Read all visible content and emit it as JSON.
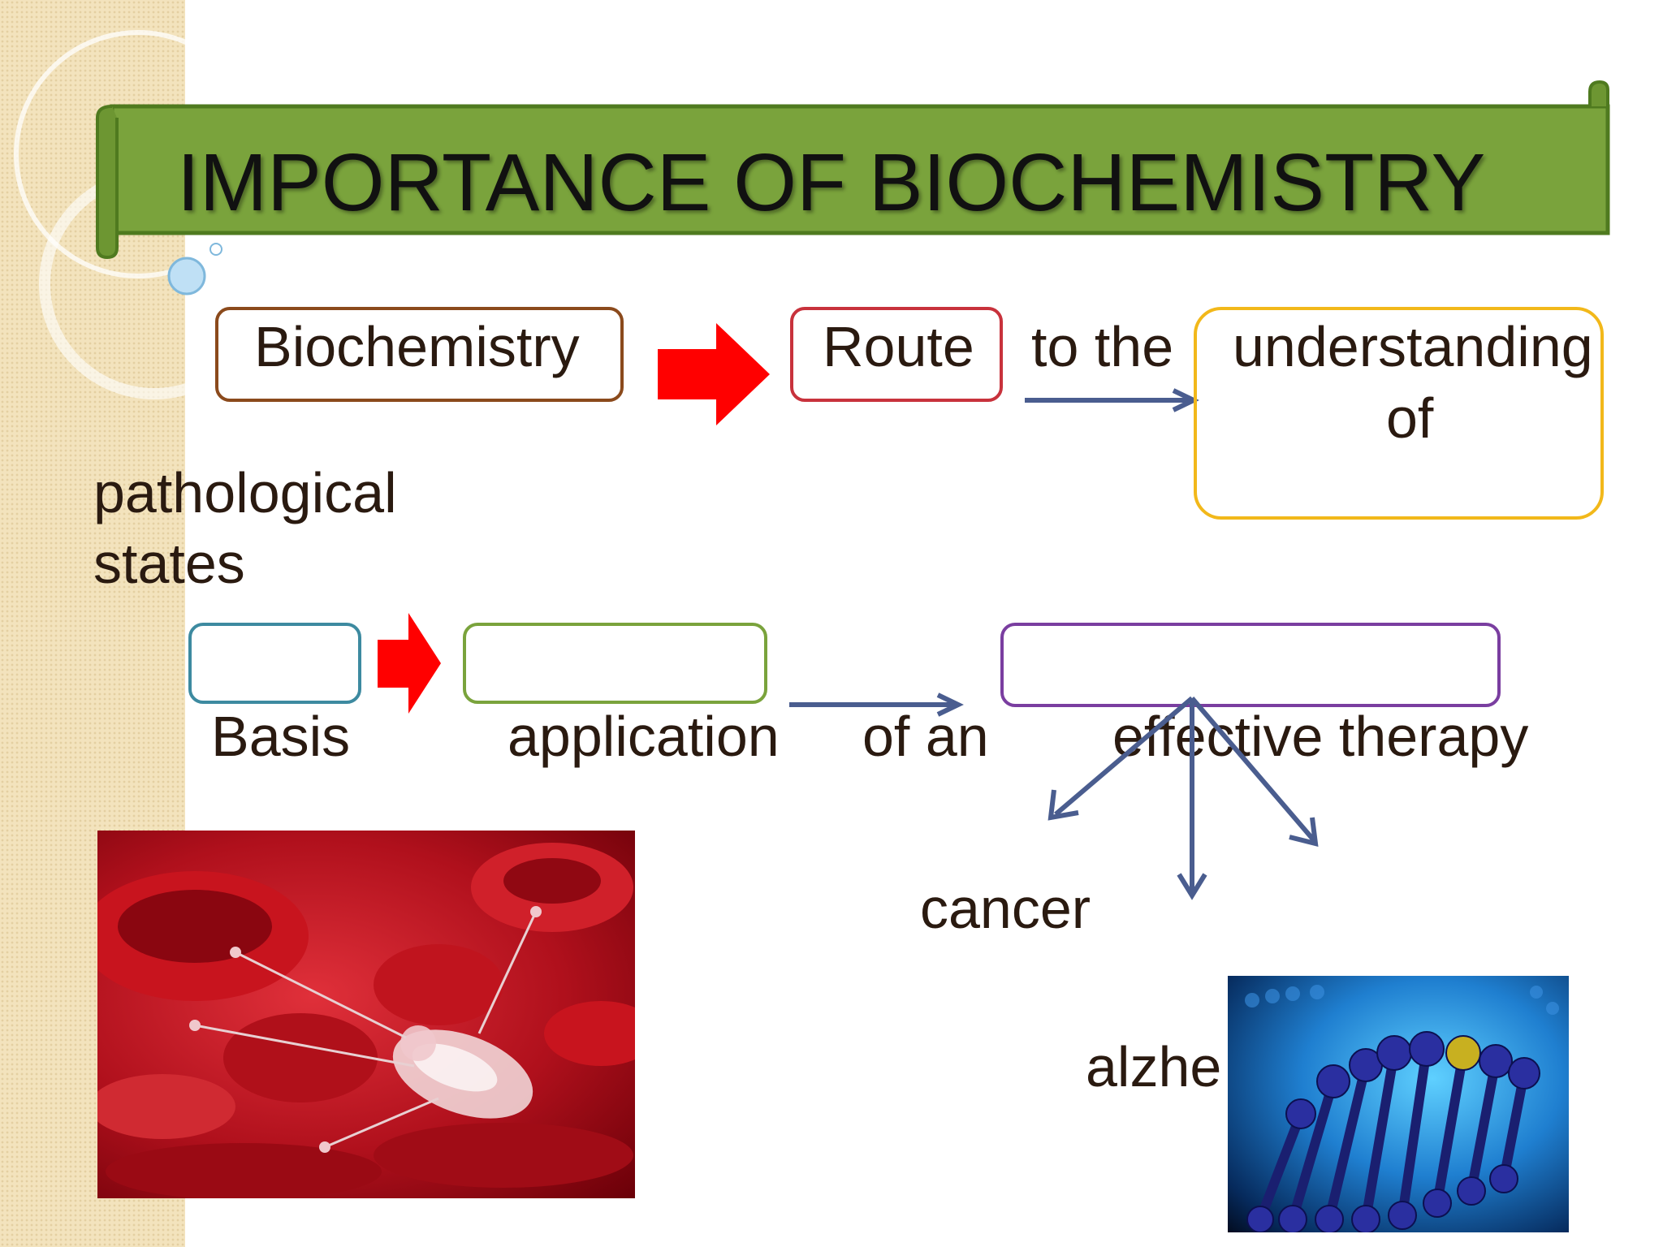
{
  "title": "IMPORTANCE OF  BIOCHEMISTRY",
  "diagram": {
    "row1": {
      "biochemistry": "Biochemistry",
      "route": "Route",
      "to_the": "to the",
      "understanding": "understanding",
      "of": "of",
      "pathological": "pathological",
      "states": "states"
    },
    "row2": {
      "basis": "Basis",
      "application": "application",
      "of_an": "of an",
      "effective_therapy": "effective therapy"
    },
    "branches": {
      "cancer": "cancer",
      "alzhe": "alzhe"
    }
  },
  "colors": {
    "banner_green": "#7aa33c",
    "banner_dark": "#4f7a1f",
    "red_arrow": "#ff0000",
    "blue_arrow": "#4a5d8f",
    "box_biochemistry": "#8b4a1c",
    "box_route": "#c8323c",
    "box_understanding": "#f2b81a",
    "box_basis": "#3d8aa0",
    "box_application": "#7aa33c",
    "box_therapy": "#7a3ea0"
  },
  "images": {
    "left": "nanorobot-blood-cells-image",
    "right": "dna-helix-image"
  }
}
